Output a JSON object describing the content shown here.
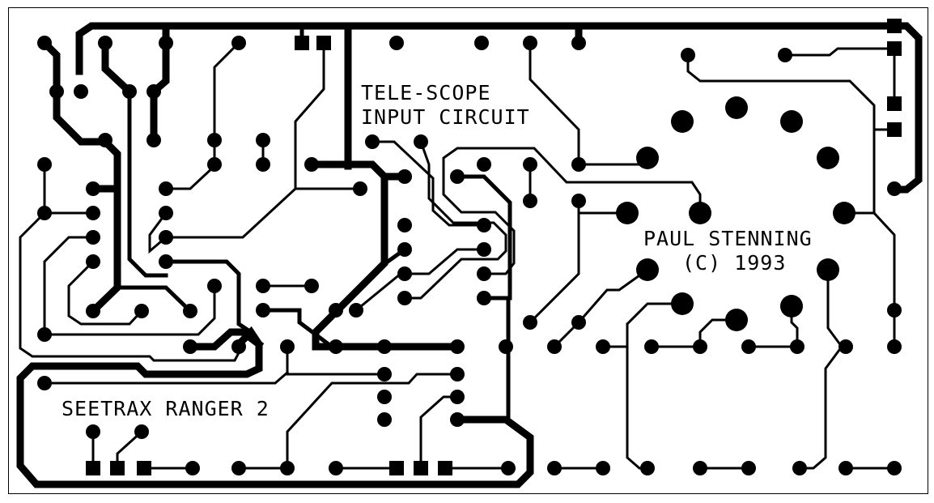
{
  "title": "PCB artwork",
  "labels": {
    "circuit_name_line1": "TELE-SCOPE",
    "circuit_name_line2": "INPUT CIRCUIT",
    "author": "PAUL STENNING",
    "copyright": "(C) 1993",
    "product": "SEETRAX RANGER 2"
  },
  "colors": {
    "copper": "#000000",
    "background": "#ffffff",
    "border": "#000000"
  }
}
